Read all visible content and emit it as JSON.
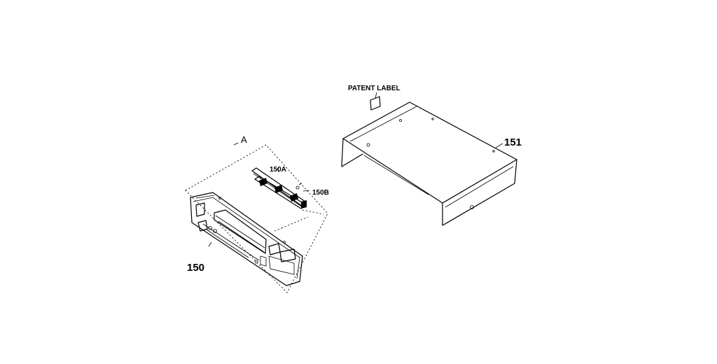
{
  "labels": {
    "patent_label": "PATENT LABEL",
    "part_151": "151",
    "part_150": "150",
    "part_150a": "150A",
    "part_150b": "150B",
    "detail_a": "A"
  }
}
